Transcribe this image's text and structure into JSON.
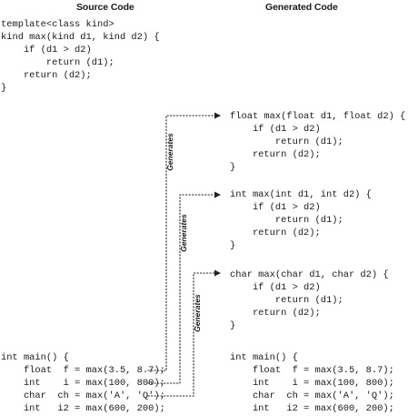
{
  "headers": {
    "source": "Source Code",
    "generated": "Generated Code"
  },
  "template_code": "template<class kind>\nkind max(kind d1, kind d2) {\n    if (d1 > d2)\n        return (d1);\n    return (d2);\n}",
  "generated_functions": [
    "float max(float d1, float d2) {\n    if (d1 > d2)\n        return (d1);\n    return (d2);\n}",
    "int max(int d1, int d2) {\n    if (d1 > d2)\n        return (d1);\n    return (d2);\n}",
    "char max(char d1, char d2) {\n    if (d1 > d2)\n        return (d1);\n    return (d2);\n}"
  ],
  "main_source": "int main() {\n    float  f = max(3.5, 8.7);\n    int    i = max(100, 800);\n    char  ch = max('A', 'Q');\n    int   i2 = max(600, 200);",
  "main_generated": "int main() {\n    float  f = max(3.5, 8.7);\n    int    i = max(100, 800);\n    char  ch = max('A', 'Q');\n    int   i2 = max(600, 200);",
  "arrow_labels": [
    "Generates",
    "Generates",
    "Generates"
  ]
}
